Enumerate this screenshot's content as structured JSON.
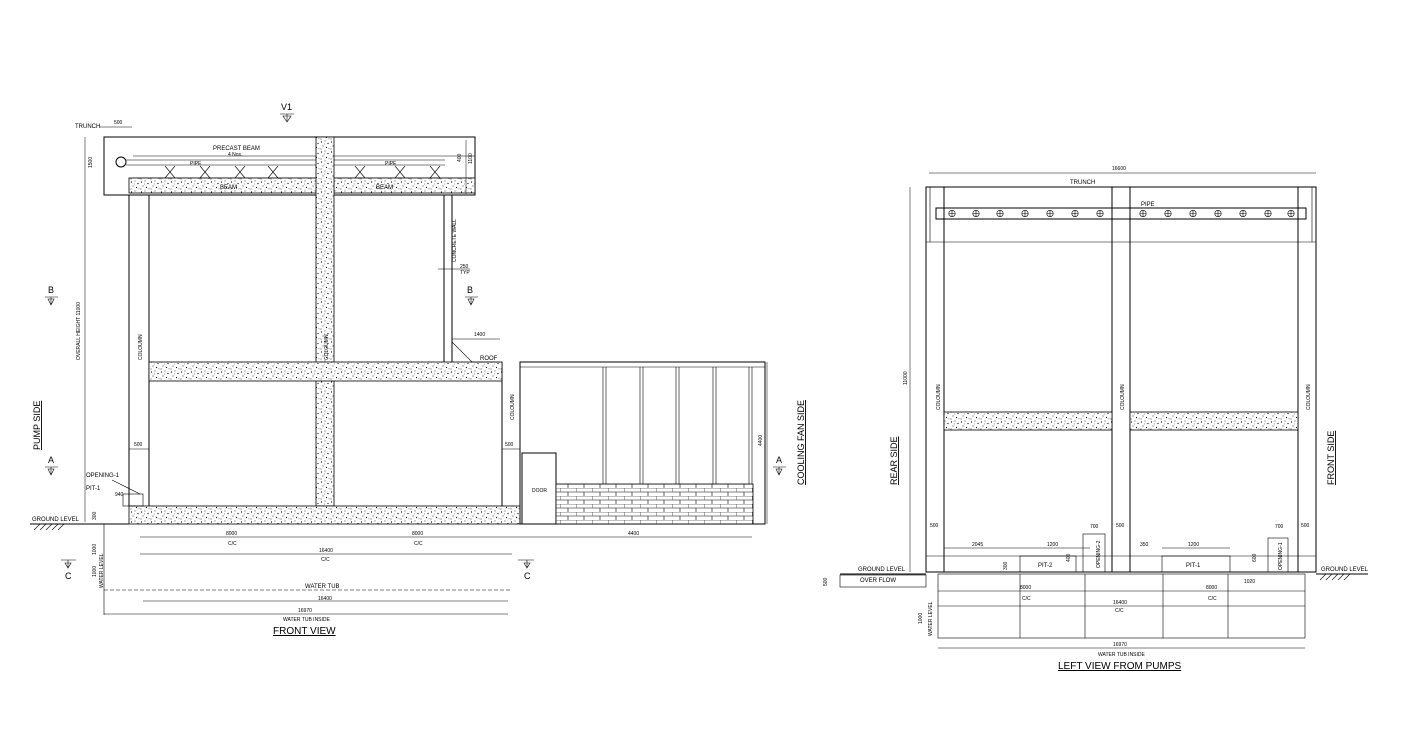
{
  "front_view": {
    "title": "FRONT VIEW",
    "view_marker": "V1",
    "section_b": "B",
    "section_a": "A",
    "section_c": "C",
    "pump_side": "PUMP SIDE",
    "cooling_fan_side": "COOLING FAN SIDE",
    "trunch": "TRUNCH",
    "trunch_dim": "500",
    "trunch_h": "1500",
    "overall_height": "OVERALL HEIGHT 11000",
    "precast_beam": "PRECAST BEAM",
    "precast_nos": "4 Nos.",
    "pipe1": "PIPE",
    "pipe2": "PIPE",
    "beam1": "BEAM",
    "beam2": "BEAM",
    "dim_400": "400",
    "dim_1100": "1100",
    "concrete_wall": "CONCRETE WALL",
    "typ_dim": "250",
    "typ": "TYP",
    "roof_dim": "1400",
    "roof": "ROOF",
    "column1": "COLOUMN",
    "column2": "COLOUMN",
    "column3": "COLOUMN",
    "dim_500a": "500",
    "dim_500b": "500",
    "opening1": "OPENING-1",
    "pit1": "PIT-1",
    "pit_dim": "940",
    "ground_level": "GROUND LEVEL",
    "dim_300": "300",
    "door": "DOOR",
    "height_4400": "4400",
    "span_a": "8000",
    "span_a_cc": "C/C",
    "span_b": "8000",
    "span_b_cc": "C/C",
    "total_span": "16400",
    "total_cc": "C/C",
    "fan_span": "4400",
    "water_level": "WATER LEVEL",
    "wl_dim1": "1000",
    "wl_dim2": "1000",
    "water_tub": "WATER TUB",
    "tub_dim": "16400",
    "inside_dim": "16970",
    "water_tub_inside": "WATER TUB INSIDE"
  },
  "left_view": {
    "title": "LEFT VIEW FROM PUMPS",
    "overall_dim": "16600",
    "trunch": "TRUNCH",
    "pipe": "PIPE",
    "height": "11000",
    "rear_side": "REAR SIDE",
    "front_side": "FRONT SIDE",
    "column1": "COLOUMN",
    "column2": "COLOUMN",
    "column3": "COLOUMN",
    "dim_500a": "500",
    "dim_500b": "500",
    "dim_500c": "500",
    "dim_700a": "700",
    "dim_700b": "700",
    "dim_2045": "2045",
    "dim_1200a": "1200",
    "dim_1200b": "1200",
    "dim_350": "350",
    "dim_400": "400",
    "dim_300": "300",
    "dim_600": "600",
    "dim_1020": "1020",
    "pit2": "PIT-2",
    "pit1": "PIT-1",
    "opening2": "OPENING-2",
    "opening1": "OPENING-1",
    "ground_level_l": "GROUND LEVEL",
    "ground_level_r": "GROUND LEVEL",
    "over_flow": "OVER FLOW",
    "of_dim": "500",
    "span_a": "8000",
    "span_a_cc": "C/C",
    "span_b": "8000",
    "span_b_cc": "C/C",
    "total_span": "16400",
    "total_cc": "C/C",
    "water_level": "WATER LEVEL",
    "wl_dim": "1000",
    "inside_dim": "16970",
    "water_tub_inside": "WATER TUB INSIDE"
  }
}
